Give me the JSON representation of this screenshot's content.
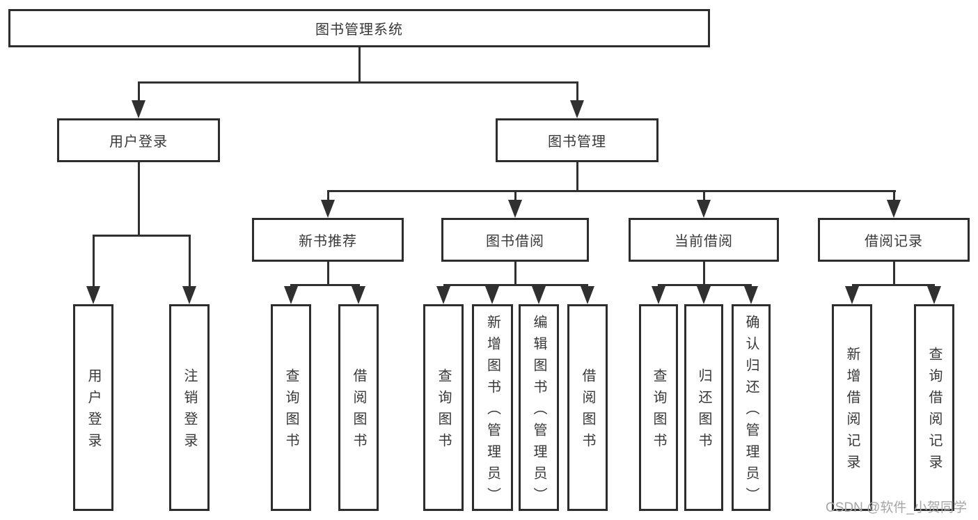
{
  "diagram_type": "hierarchy-tree",
  "nodes": {
    "root": "图书管理系统",
    "l2_user_login": "用户登录",
    "l2_book_mgmt": "图书管理",
    "l3_new_book": "新书推荐",
    "l3_book_borrow": "图书借阅",
    "l3_current_borrow": "当前借阅",
    "l3_borrow_record": "借阅记录",
    "leaf_user_login": "用户登录",
    "leaf_logout": "注销登录",
    "leaf_nb_query": "查询图书",
    "leaf_nb_borrow": "借阅图书",
    "leaf_bb_query": "查询图书",
    "leaf_bb_add": "新增图书（管理员）",
    "leaf_bb_edit": "编辑图书（管理员）",
    "leaf_bb_borrow": "借阅图书",
    "leaf_cb_query": "查询图书",
    "leaf_cb_return": "归还图书",
    "leaf_cb_confirm": "确认归还（管理员）",
    "leaf_br_add": "新增借阅记录",
    "leaf_br_query": "查询借阅记录"
  },
  "hierarchy": {
    "label": "图书管理系统",
    "children": [
      {
        "label": "用户登录",
        "children": [
          {
            "label": "用户登录"
          },
          {
            "label": "注销登录"
          }
        ]
      },
      {
        "label": "图书管理",
        "children": [
          {
            "label": "新书推荐",
            "children": [
              {
                "label": "查询图书"
              },
              {
                "label": "借阅图书"
              }
            ]
          },
          {
            "label": "图书借阅",
            "children": [
              {
                "label": "查询图书"
              },
              {
                "label": "新增图书（管理员）"
              },
              {
                "label": "编辑图书（管理员）"
              },
              {
                "label": "借阅图书"
              }
            ]
          },
          {
            "label": "当前借阅",
            "children": [
              {
                "label": "查询图书"
              },
              {
                "label": "归还图书"
              },
              {
                "label": "确认归还（管理员）"
              }
            ]
          },
          {
            "label": "借阅记录",
            "children": [
              {
                "label": "新增借阅记录"
              },
              {
                "label": "查询借阅记录"
              }
            ]
          }
        ]
      }
    ]
  },
  "watermark": "CSDN @软件_小贺同学",
  "colors": {
    "border": "#2d2d2d",
    "line": "#303030",
    "text": "#383838",
    "watermark": "#a6a6a6",
    "background": "#ffffff"
  }
}
